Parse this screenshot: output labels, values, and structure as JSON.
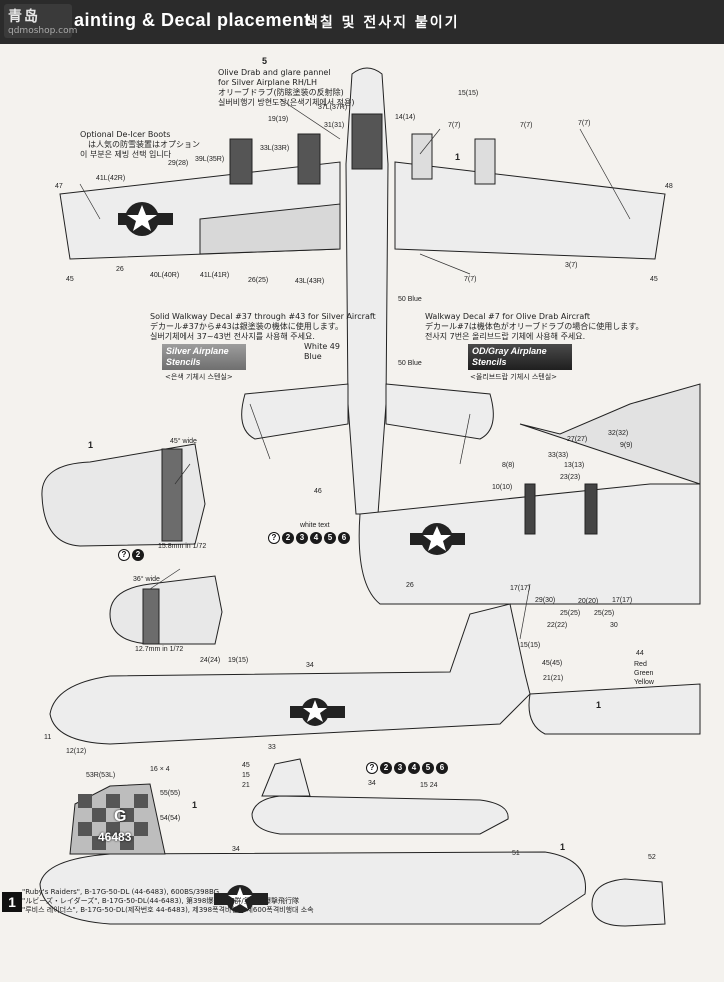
{
  "header": {
    "logo_text": "青岛",
    "logo_sub": "qdmoshop.com",
    "title": "ainting & Decal placement",
    "title_ko": "색칠 및 전사지 붙이기"
  },
  "notes": {
    "olive": "Olive Drab and glare pannel\nfor Silver Airplane RH/LH\nオリーブドラブ(防眩塗装の反射除)\n실버비행기 방현도장(은색기체에서 적용)",
    "deicer": "Optional De-Icer Boots\n　は人気の防雪装置はオプション\n이 부분은 제빙 선택 입니다",
    "solid_walkway": "Solid Walkway Decal #37 through #43 for Silver Aircraft\nデカール#37から#43は銀塗装の機体に使用します。\n실버기체에서 37~43번 전사지를 사용해 주세요.",
    "walkway_od": "Walkway Decal #7 for Olive Drab Aircraft\nデカール#7は機体色がオリーブドラブの場合に使用します。\n전사지 7번은 올리브드랍 기체에 사용해 주세요.",
    "silver_chip": "Silver Airplane Stencils",
    "silver_cap": "<은색 기체시 스텐실>",
    "od_chip": "OD/Gray Airplane Stencils",
    "od_cap": "<올리브드랍 기체시 스텐실>",
    "white_blue": "White 49\nBlue",
    "blue50a": "50 Blue",
    "blue50b": "50 Blue",
    "wide45": "45° wide",
    "wide36": "36° wide",
    "mm15": "15.8mm in 1/72",
    "mm12": "12.7mm in 1/72",
    "rgy": "Red\nGreen\nYellow",
    "white_text_46": "white text"
  },
  "callouts": [
    "41L(42R)",
    "39L(35R)",
    "29(28)",
    "19(19)",
    "33L(33R)",
    "37L(37R)",
    "31(31)",
    "14(14)",
    "15(15)",
    "7(7)",
    "7(7)",
    "7(7)",
    "47",
    "48",
    "45",
    "45",
    "26",
    "40L(40R)",
    "41L(41R)",
    "26(25)",
    "43L(43R)",
    "7(7)",
    "3(7)",
    "46",
    "8(8)",
    "10(10)",
    "32(32)",
    "27(27)",
    "13(13)",
    "23(23)",
    "33(33)",
    "9(9)",
    "26",
    "17(17)",
    "29(30)",
    "22(22)",
    "25(25)",
    "20(20)",
    "25(25)",
    "17(17)",
    "30",
    "44",
    "24(24)",
    "19(15)",
    "34",
    "11",
    "12(12)",
    "16 × 4",
    "33",
    "15(15)",
    "45(45)",
    "21(21)",
    "53R(53L)",
    "55(55)",
    "54(54)",
    "34",
    "51",
    "52",
    "45",
    "15",
    "21",
    "34",
    "15 24"
  ],
  "options": [
    "?",
    "2",
    "3",
    "4",
    "5",
    "6"
  ],
  "markers": [
    "5",
    "1",
    "1",
    "1",
    "1",
    "1"
  ],
  "nose_code": "G",
  "tail_serial": "46483",
  "footer": [
    "\"Ruby's Raiders\", B-17G-50-DL (44-6483), 600BS/398BG",
    "\"ルビーズ・レイダーズ\", B-17G-50-DL(44-6483), 第398爆撃航空群/第600爆撃飛行隊",
    "\"루비스 레이더스\", B-17G-50-DL(제작번호 44-6483), 제398폭격비행군 제600폭격비행대 소속"
  ]
}
